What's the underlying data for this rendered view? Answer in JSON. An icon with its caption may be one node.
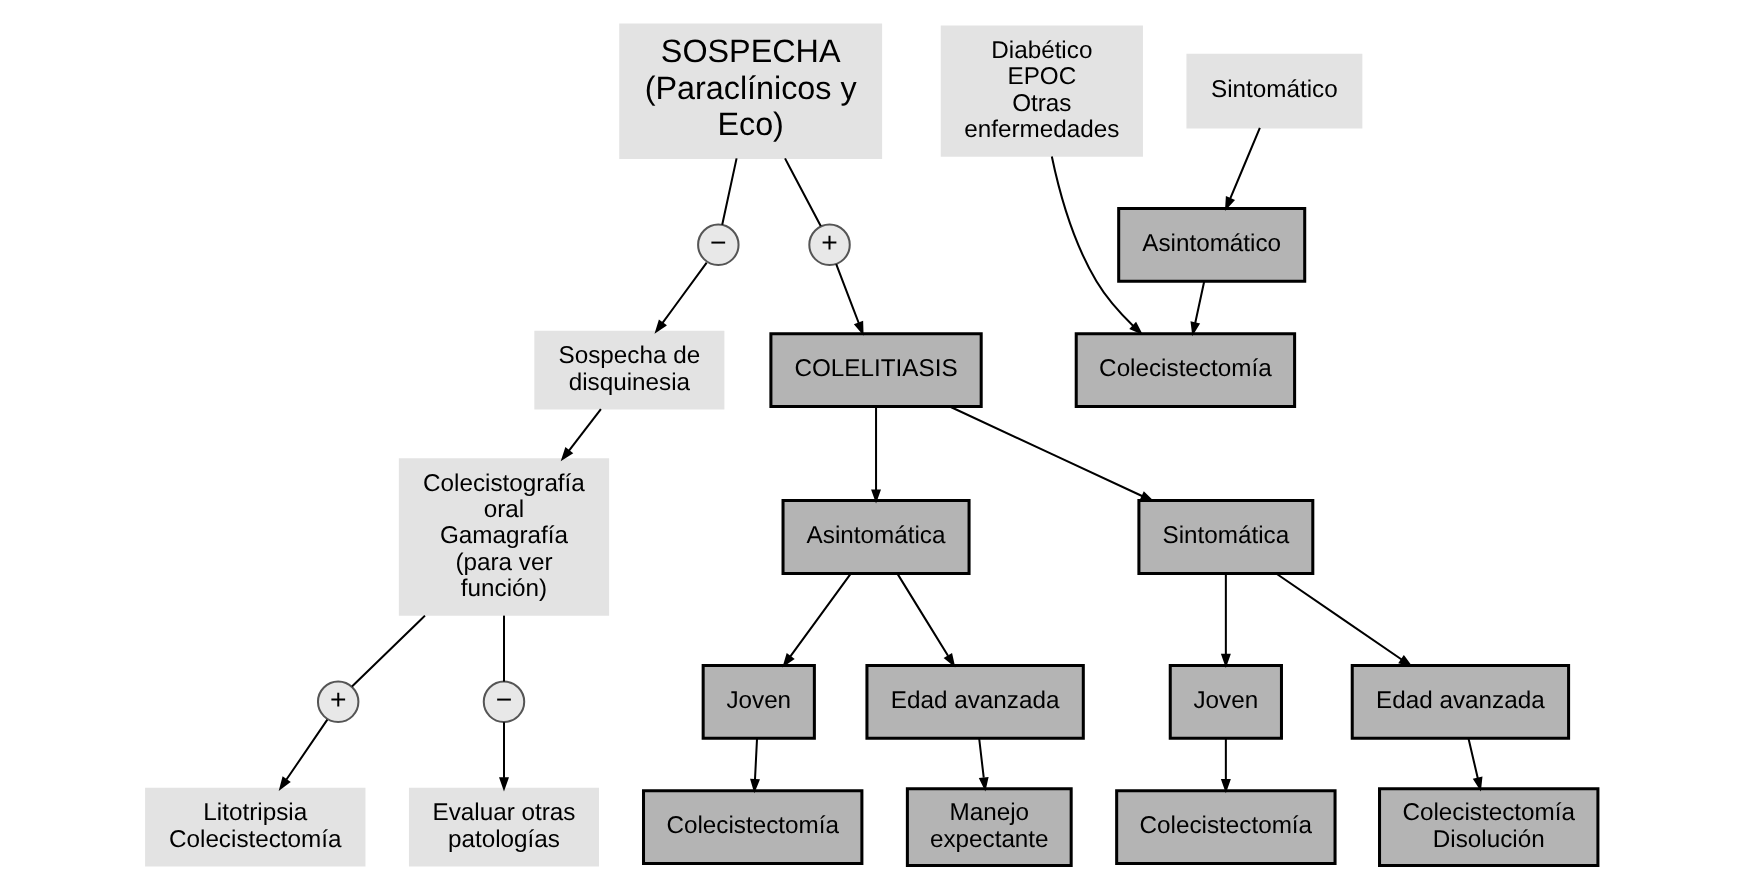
{
  "diagram": {
    "nodes": [
      {
        "text": [
          "SOSPECHA",
          "(Paraclínicos y Eco)"
        ]
      },
      {
        "text": [
          "−"
        ]
      },
      {
        "text": [
          "+"
        ]
      },
      {
        "text": [
          "Diabético",
          "EPOC",
          "Otras enfermedades"
        ]
      },
      {
        "text": [
          "Sintomático"
        ]
      },
      {
        "text": [
          "Asintomático"
        ]
      },
      {
        "text": [
          "Sospecha de disquinesia"
        ]
      },
      {
        "text": [
          "COLELITIASIS"
        ]
      },
      {
        "text": [
          "Colecistectomía"
        ]
      },
      {
        "text": [
          "Asintomática"
        ]
      },
      {
        "text": [
          "Sintomática"
        ]
      },
      {
        "text": [
          "Colecistografía oral",
          "Gamagrafía",
          "(para ver función)"
        ]
      },
      {
        "text": [
          "Joven"
        ]
      },
      {
        "text": [
          "Edad avanzada"
        ]
      },
      {
        "text": [
          "Joven"
        ]
      },
      {
        "text": [
          "Edad avanzada"
        ]
      },
      {
        "text": [
          "+"
        ]
      },
      {
        "text": [
          "−"
        ]
      },
      {
        "text": [
          "Litotripsia",
          "Colecistectomía"
        ]
      },
      {
        "text": [
          "Evaluar otras patologías"
        ]
      },
      {
        "text": [
          "Colecistectomía"
        ]
      },
      {
        "text": [
          "Manejo expectante"
        ]
      },
      {
        "text": [
          "Colecistectomía"
        ]
      },
      {
        "text": [
          "Colecistectomía",
          "Disolución"
        ]
      }
    ],
    "edges": [
      {
        "from": 0,
        "to": 1,
        "arrow": "none"
      },
      {
        "from": 1,
        "to": 6,
        "arrow": "to"
      },
      {
        "from": 0,
        "to": 2,
        "arrow": "none"
      },
      {
        "from": 2,
        "to": 7,
        "arrow": "to"
      },
      {
        "from": 3,
        "to": 8,
        "arrow": "to"
      },
      {
        "from": 4,
        "to": 5,
        "arrow": "to"
      },
      {
        "from": 5,
        "to": 8,
        "arrow": "to"
      },
      {
        "from": 6,
        "to": 11,
        "arrow": "to"
      },
      {
        "from": 7,
        "to": 9,
        "arrow": "to"
      },
      {
        "from": 7,
        "to": 10,
        "arrow": "to"
      },
      {
        "from": 9,
        "to": 12,
        "arrow": "to"
      },
      {
        "from": 9,
        "to": 13,
        "arrow": "to"
      },
      {
        "from": 10,
        "to": 14,
        "arrow": "to"
      },
      {
        "from": 10,
        "to": 15,
        "arrow": "to"
      },
      {
        "from": 11,
        "to": 16,
        "arrow": "none"
      },
      {
        "from": 16,
        "to": 18,
        "arrow": "to"
      },
      {
        "from": 11,
        "to": 17,
        "arrow": "none"
      },
      {
        "from": 17,
        "to": 19,
        "arrow": "to"
      },
      {
        "from": 12,
        "to": 20,
        "arrow": "to"
      },
      {
        "from": 13,
        "to": 21,
        "arrow": "to"
      },
      {
        "from": 14,
        "to": 22,
        "arrow": "to"
      },
      {
        "from": 15,
        "to": 23,
        "arrow": "to"
      }
    ]
  }
}
